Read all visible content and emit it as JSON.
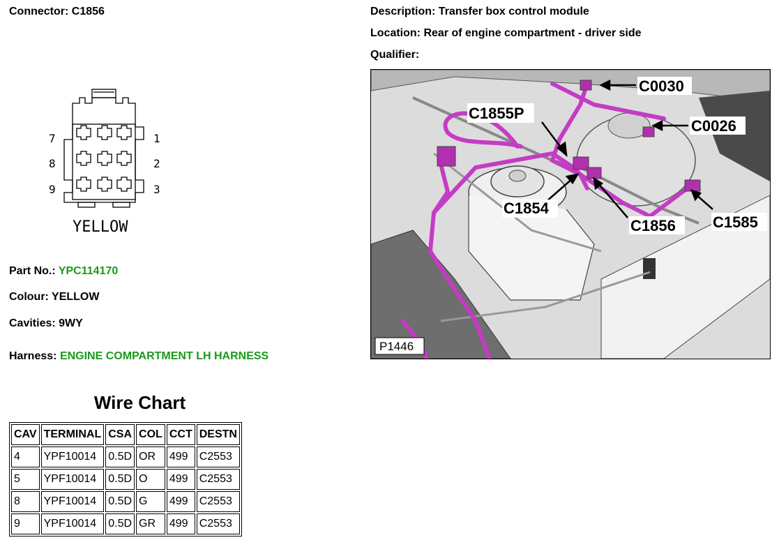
{
  "connector": {
    "label": "Connector:",
    "value": "C1856"
  },
  "description": {
    "label": "Description:",
    "value": "Transfer box control module"
  },
  "location": {
    "label": "Location:",
    "value": "Rear of engine compartment - driver side"
  },
  "qualifier": {
    "label": "Qualifier:",
    "value": ""
  },
  "diagram": {
    "pins_left": [
      "7",
      "8",
      "9"
    ],
    "pins_right": [
      "1",
      "2",
      "3"
    ],
    "colour_caption": "YELLOW"
  },
  "part_no": {
    "label": "Part No.:",
    "value": "YPC114170"
  },
  "colour": {
    "label": "Colour:",
    "value": "YELLOW"
  },
  "cavities": {
    "label": "Cavities:",
    "value": "9WY"
  },
  "harness": {
    "label": "Harness:",
    "value": "ENGINE COMPARTMENT LH HARNESS"
  },
  "wire_chart": {
    "title": "Wire Chart",
    "headers": [
      "CAV",
      "TERMINAL",
      "CSA",
      "COL",
      "CCT",
      "DESTN"
    ],
    "rows": [
      [
        "4",
        "YPF10014",
        "0.5D",
        "OR",
        "499",
        "C2553"
      ],
      [
        "5",
        "YPF10014",
        "0.5D",
        "O",
        "499",
        "C2553"
      ],
      [
        "8",
        "YPF10014",
        "0.5D",
        "G",
        "499",
        "C2553"
      ],
      [
        "9",
        "YPF10014",
        "0.5D",
        "GR",
        "499",
        "C2553"
      ]
    ]
  },
  "photo": {
    "id_label": "P1446",
    "callouts": [
      "C0030",
      "C1855P",
      "C0026",
      "C1854",
      "C1856",
      "C1585"
    ]
  },
  "colors": {
    "green_value": "#1a9a1a",
    "harness_magenta": "#c43cc4"
  }
}
